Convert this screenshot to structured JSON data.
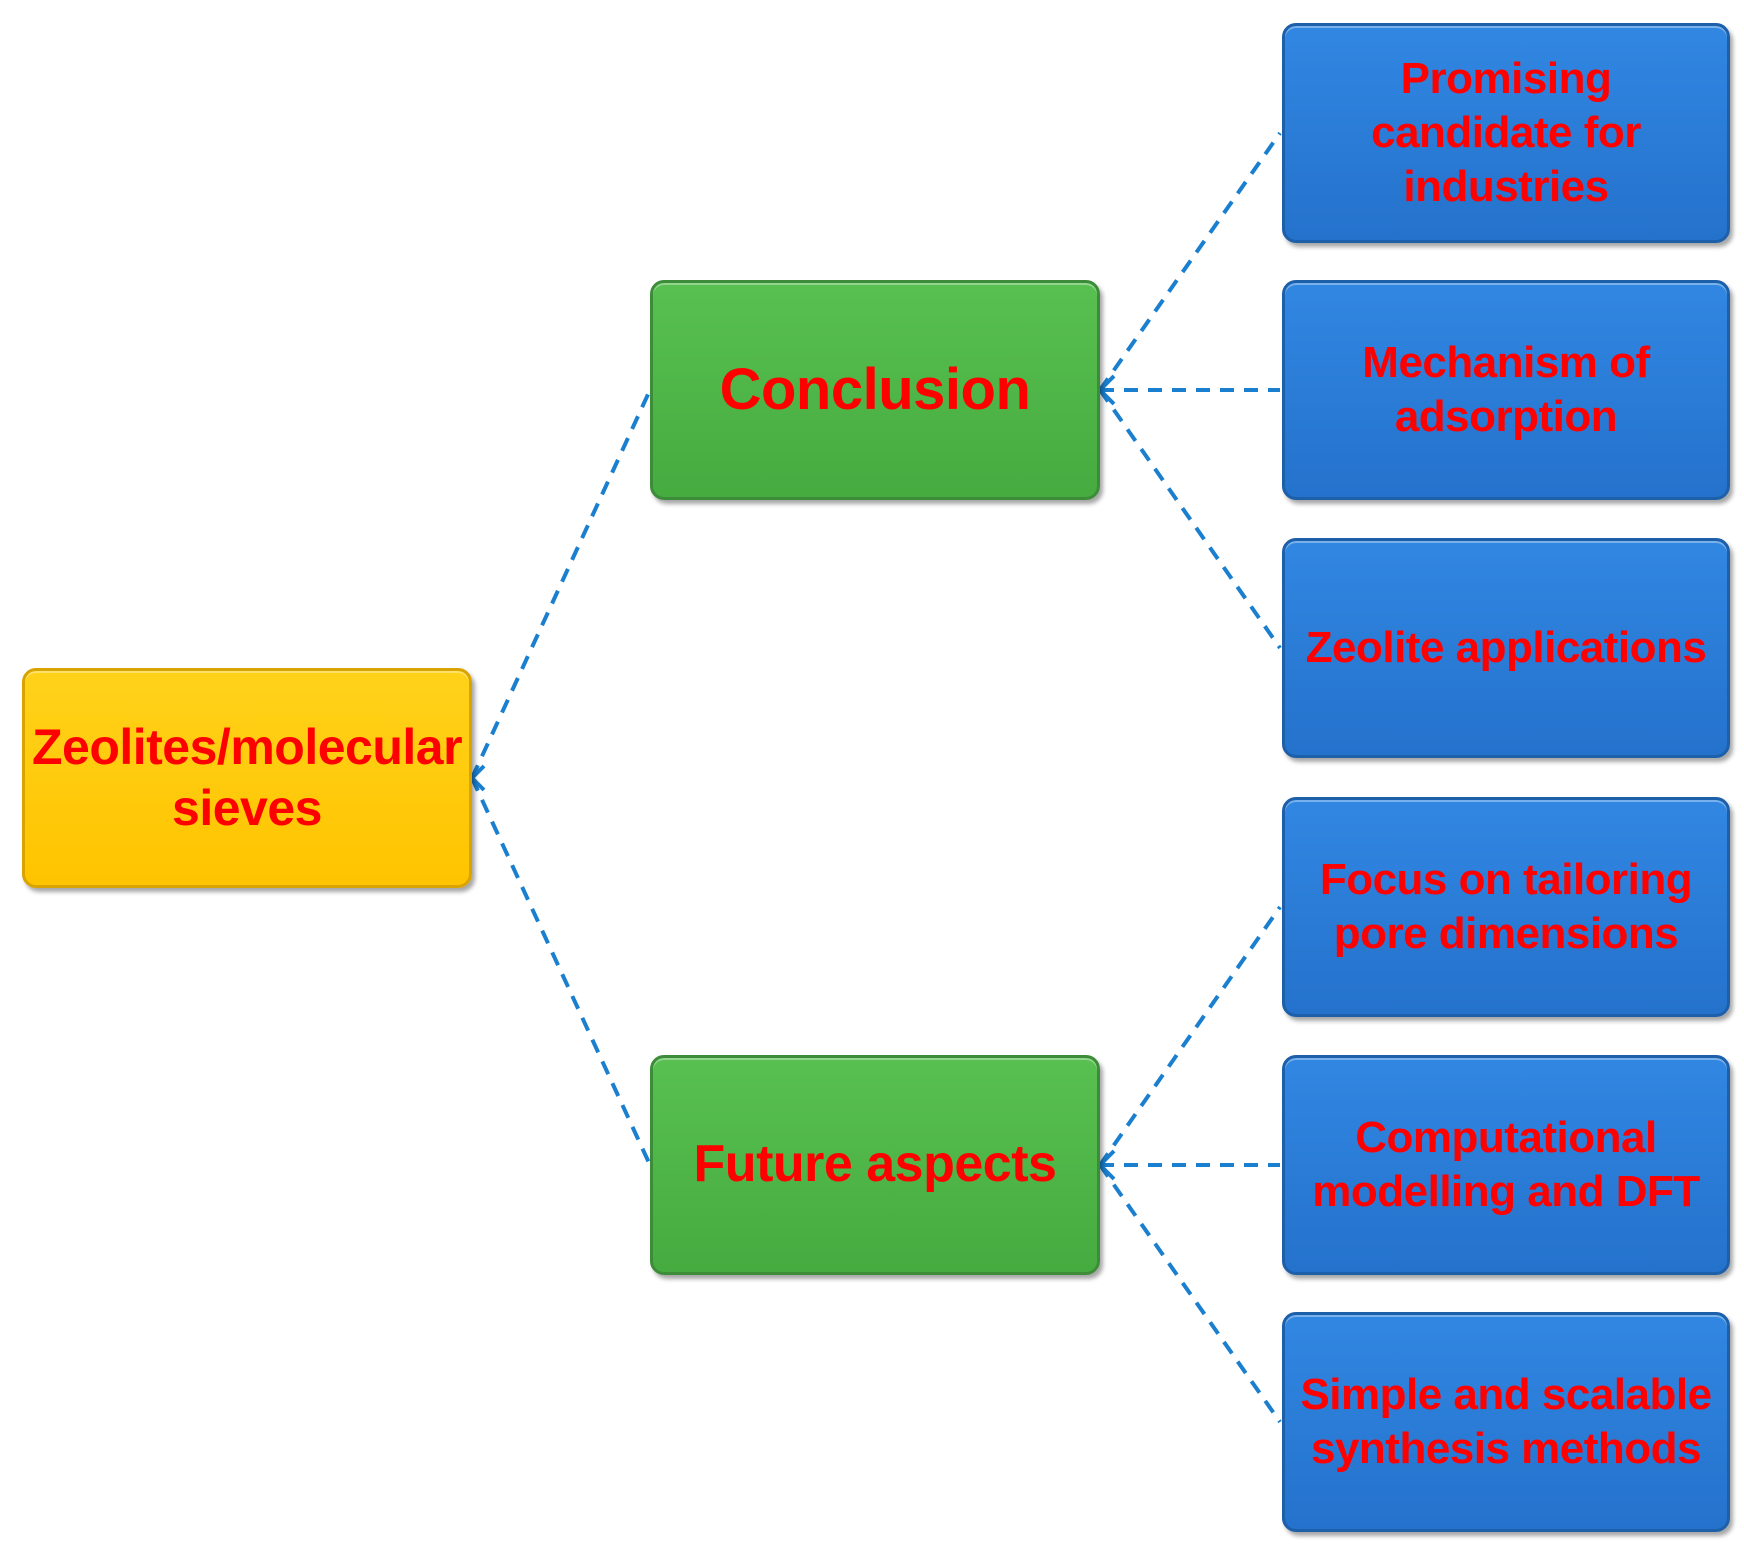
{
  "colors": {
    "root_fill": "#ffc800",
    "branch_fill": "#4fb748",
    "leaf_fill": "#2a7cd8",
    "text": "#ff0000",
    "connector": "#1a7fcf"
  },
  "root": {
    "label": "Zeolites/molecular sieves"
  },
  "branches": [
    {
      "label": "Conclusion",
      "items": [
        {
          "label": "Promising candidate for industries"
        },
        {
          "label": "Mechanism of adsorption"
        },
        {
          "label": "Zeolite applications"
        }
      ]
    },
    {
      "label": "Future aspects",
      "items": [
        {
          "label": "Focus on tailoring pore dimensions"
        },
        {
          "label": "Computational modelling and DFT"
        },
        {
          "label": "Simple and scalable synthesis methods"
        }
      ]
    }
  ]
}
